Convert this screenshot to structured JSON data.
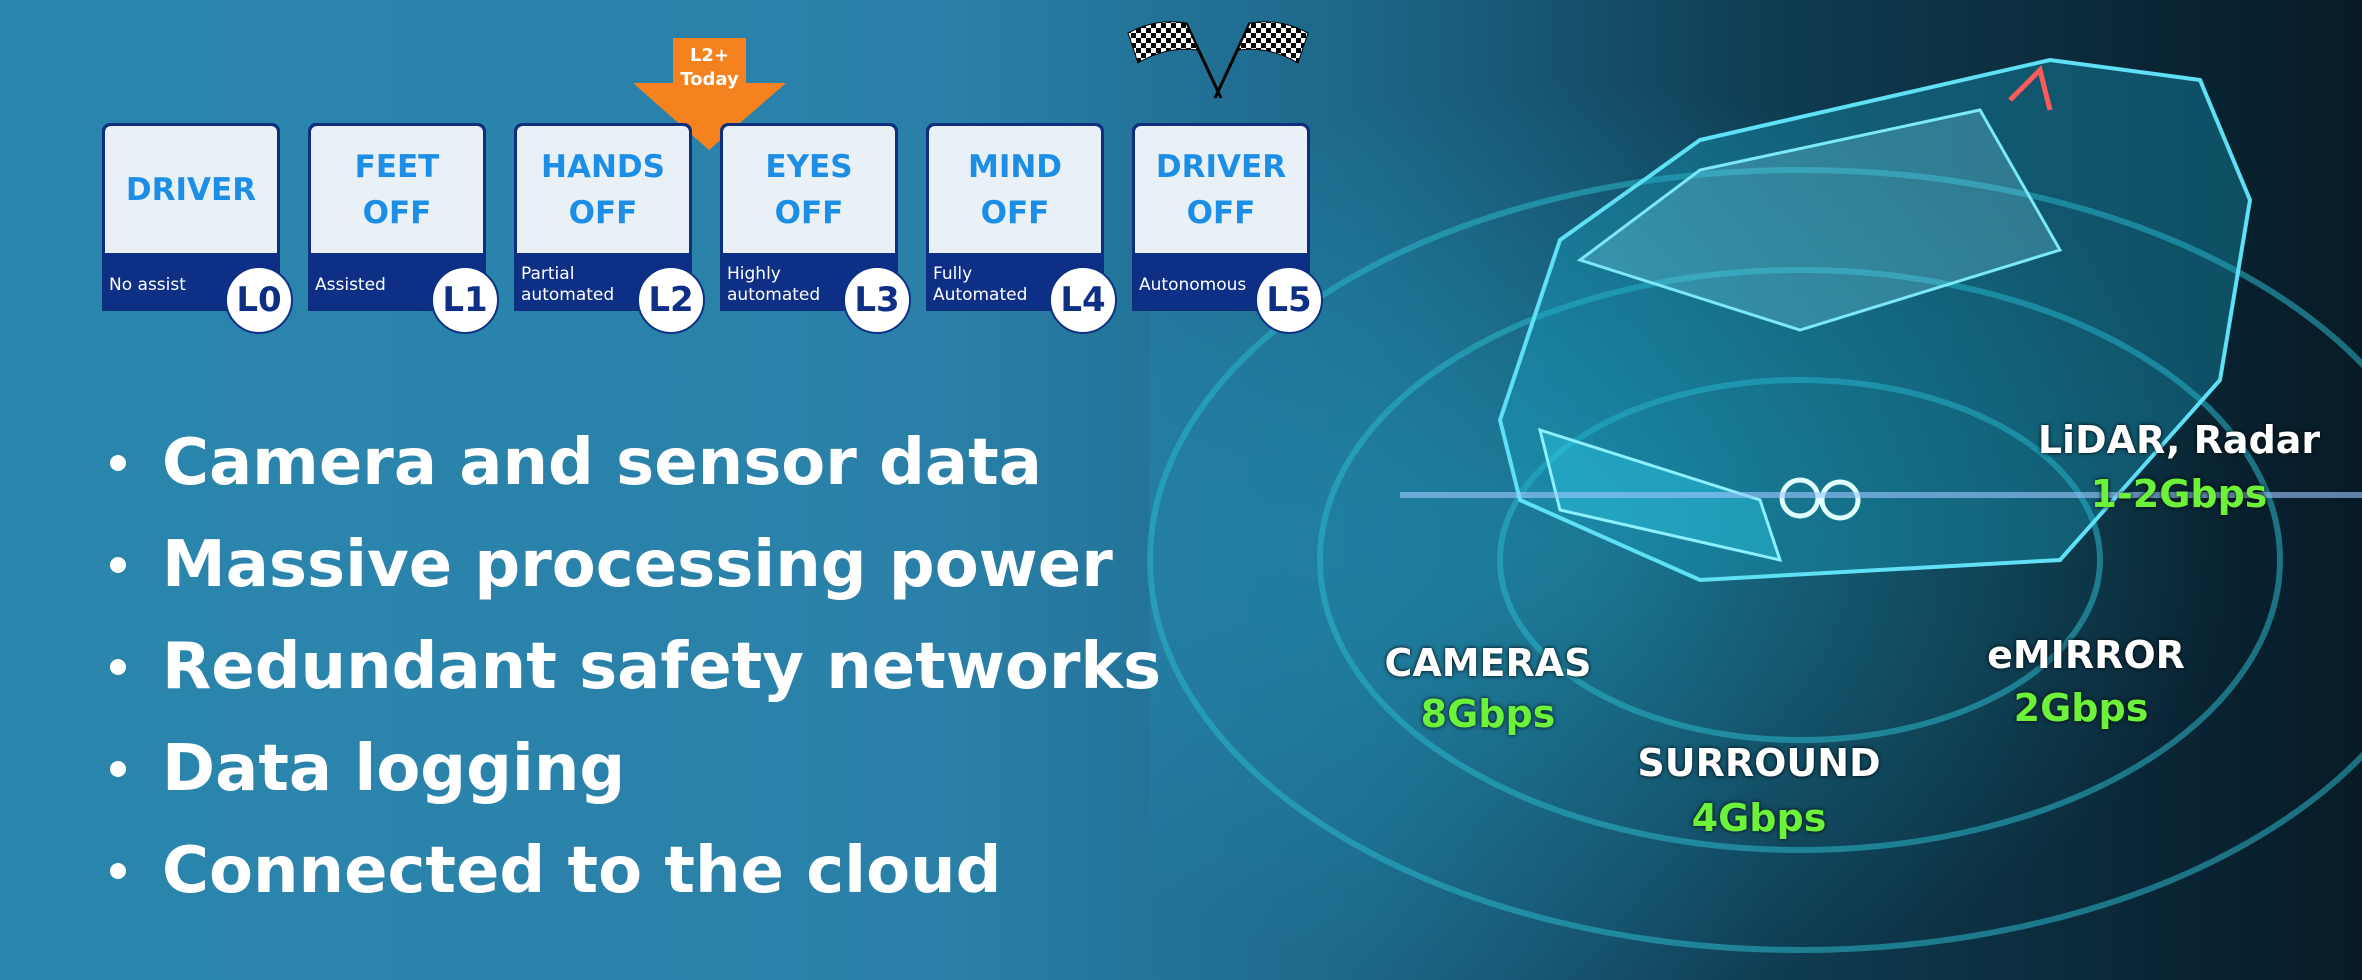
{
  "arrow_label": {
    "line1": "L2+",
    "line2": "Today"
  },
  "levels": [
    {
      "title": "DRIVER",
      "subtitle": "No assist",
      "level": "L0"
    },
    {
      "title": "FEET OFF",
      "subtitle": "Assisted",
      "level": "L1"
    },
    {
      "title": "HANDS OFF",
      "subtitle": "Partial automated",
      "level": "L2"
    },
    {
      "title": "EYES OFF",
      "subtitle": "Highly automated",
      "level": "L3"
    },
    {
      "title": "MIND OFF",
      "subtitle": "Fully Automated",
      "level": "L4"
    },
    {
      "title": "DRIVER OFF",
      "subtitle": "Autonomous",
      "level": "L5"
    }
  ],
  "bullets": [
    "Camera and sensor data",
    "Massive processing power",
    "Redundant safety networks",
    "Data logging",
    "Connected to the cloud"
  ],
  "sensors": {
    "lidar": {
      "name": "LiDAR, Radar",
      "rate": "1-2Gbps"
    },
    "cameras": {
      "name": "CAMERAS",
      "rate": "8Gbps"
    },
    "surround": {
      "name": "SURROUND",
      "rate": "4Gbps"
    },
    "emirror": {
      "name": "eMIRROR",
      "rate": "2Gbps"
    }
  },
  "colors": {
    "card_band": "#0d2f85",
    "title_blue": "#1d8ee6",
    "arrow": "#f5821f",
    "rate_green": "#6cf23a"
  }
}
